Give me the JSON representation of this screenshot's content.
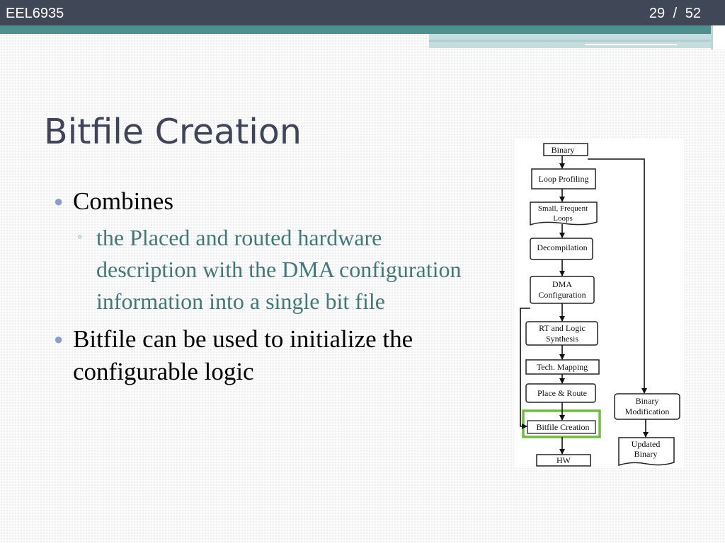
{
  "header": {
    "course": "EEL6935",
    "page": "29",
    "total": "/ 52"
  },
  "slide": {
    "title": "Bitfile Creation",
    "bullets": [
      {
        "text": "Combines",
        "sub": [
          "the Placed and routed hardware description with the DMA configuration information into a single bit file"
        ]
      },
      {
        "text": "Bitfile can be used to initialize the configurable logic"
      }
    ]
  },
  "flowchart": {
    "nodes": {
      "binary": "Binary",
      "loop_profiling": "Loop Profiling",
      "small_frequent_loops_1": "Small, Frequent",
      "small_frequent_loops_2": "Loops",
      "decompilation": "Decompilation",
      "dma_config_1": "DMA",
      "dma_config_2": "Configuration",
      "rt_logic_synthesis_1": "RT and Logic",
      "rt_logic_synthesis_2": "Synthesis",
      "tech_mapping": "Tech. Mapping",
      "place_route": "Place & Route",
      "bitfile_creation": "Bitfile Creation",
      "hw": "HW",
      "binary_modification_1": "Binary",
      "binary_modification_2": "Modification",
      "updated_binary_1": "Updated",
      "updated_binary_2": "Binary"
    },
    "highlight_color": "#6fbf3a"
  },
  "colors": {
    "topbar": "#404858",
    "teal": "#4f8f8e",
    "title": "#3f4456",
    "sub_bullet": "#447878"
  }
}
